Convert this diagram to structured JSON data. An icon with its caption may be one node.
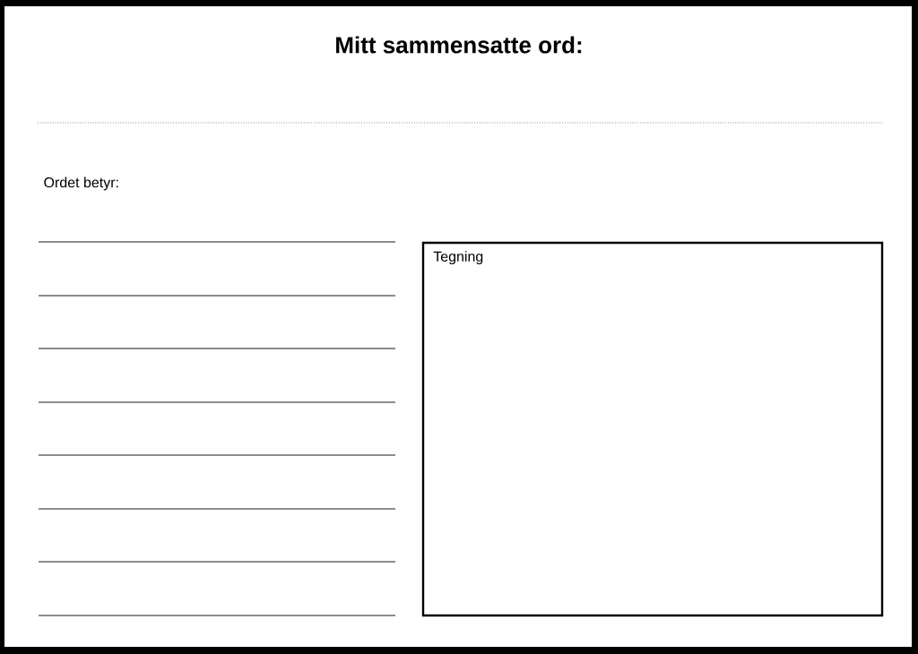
{
  "diagram": {
    "title": "Mitt sammensatte ord:",
    "nodes": [
      {
        "text": [
          "Tegning"
        ]
      }
    ],
    "labels": [
      "Ordet betyr:"
    ]
  }
}
